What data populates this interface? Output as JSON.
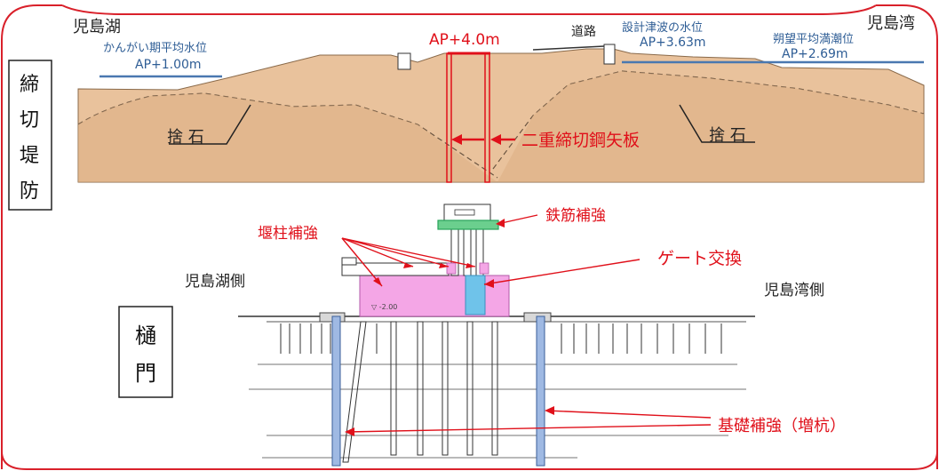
{
  "dike": {
    "section_label_chars": [
      "締",
      "切",
      "堤",
      "防"
    ],
    "left_place": "児島湖",
    "right_place": "児島湾",
    "left_water_label": "かんがい期平均水位",
    "left_water_level": "AP+1.00m",
    "crest_level": "AP+4.0m",
    "road_label": "道路",
    "tsunami_label": "設計津波の水位",
    "tsunami_level": "AP+3.63m",
    "tide_label": "朔望平均満潮位",
    "tide_level": "AP+2.69m",
    "rubble_left": "捨 石",
    "rubble_right": "捨 石",
    "sheet_pile_label": "二重締切鋼矢板"
  },
  "sluice": {
    "section_label_chars": [
      "樋",
      "門"
    ],
    "pier_reinforce": "堰柱補強",
    "rebar_reinforce": "鉄筋補強",
    "gate_replace": "ゲート交換",
    "lake_side": "児島湖側",
    "bay_side": "児島湾側",
    "foundation_reinforce": "基礎補強（増杭）",
    "elevation_mark": "▽ -2.00"
  },
  "colors": {
    "frame_red": "#d9202a",
    "annotation_red": "#e0101a",
    "embankment": "#e9c29c",
    "embankment_dark": "#dcae84",
    "water_line": "#4a78b0",
    "text_blue": "#2e5d95",
    "pink_block": "#f4a6e6",
    "gate_blue": "#6fc3ea",
    "pile_blue": "#9fb9e3",
    "rebar_green": "#27a35a"
  }
}
